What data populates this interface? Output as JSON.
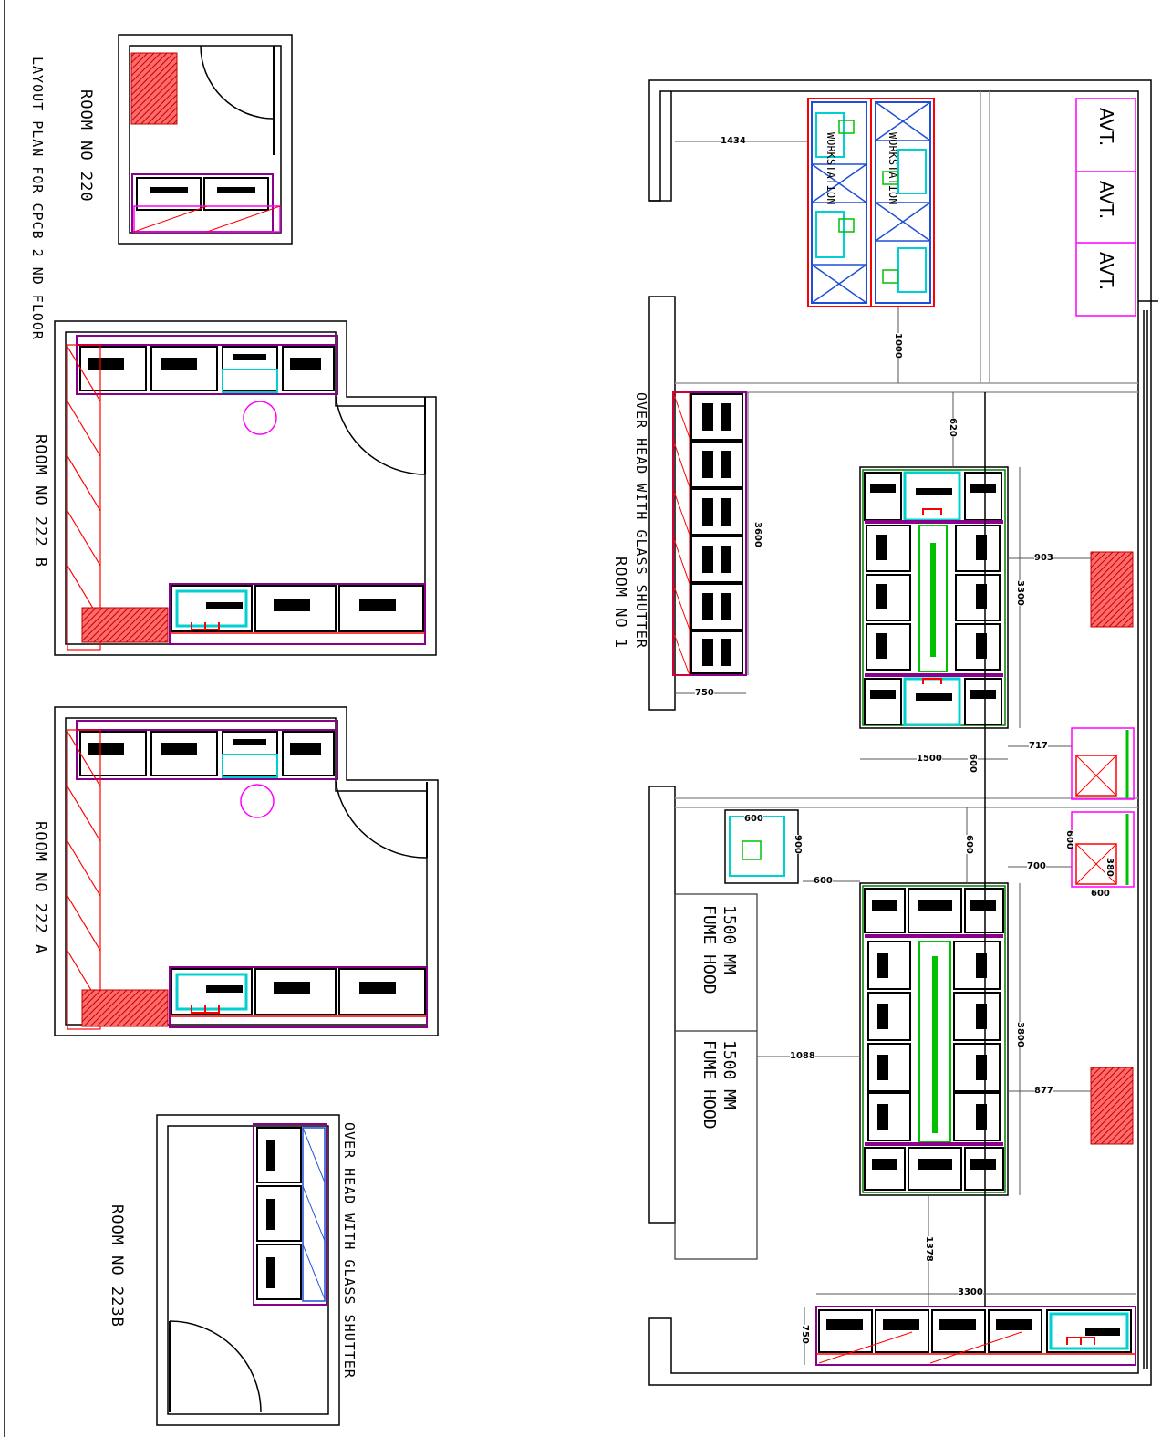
{
  "title": "LAYOUT PLAN FOR CPCB 2 ND FLOOR",
  "rooms": {
    "r220": "ROOM NO 220",
    "r222b": "ROOM NO 222  B",
    "r222a": "ROOM NO 222  A",
    "r223b": "ROOM NO 223B",
    "r1": "ROOM NO 1"
  },
  "notes": {
    "overhead_main": "OVER HEAD WITH GLASS SHUTTER",
    "overhead_223b": "OVER HEAD WITH GLASS SHUTTER"
  },
  "fume_hood": {
    "line1": "1500  MM",
    "line2": "FUME HOOD"
  },
  "workstation": "WORKSTATION",
  "avt": [
    "AVT.",
    "AVT.",
    "AVT."
  ],
  "dimensions": {
    "d1434": "1434",
    "d1000": "1000",
    "d620": "620",
    "d3600": "3600",
    "d903": "903",
    "d3300v": "3300",
    "d750a": "750",
    "d717": "717",
    "d1500": "1500",
    "d600a": "600",
    "d600b": "600",
    "d900a": "900",
    "d600c": "600",
    "d600d": "600",
    "d700": "700",
    "d380": "380",
    "d600e": "600",
    "d1088": "1088",
    "d3800": "3800",
    "d877": "877",
    "d1378": "1378",
    "d3300h": "3300",
    "d750b": "750"
  },
  "colors": {
    "wall": "#000000",
    "cabinet": "#8b008b",
    "sink": "#00d0d0",
    "hatch": "#ff0000",
    "shelf": "#ff0000",
    "workstation_blue": "#1e4fd8",
    "green": "#00c000",
    "magenta": "#ff00ff"
  }
}
